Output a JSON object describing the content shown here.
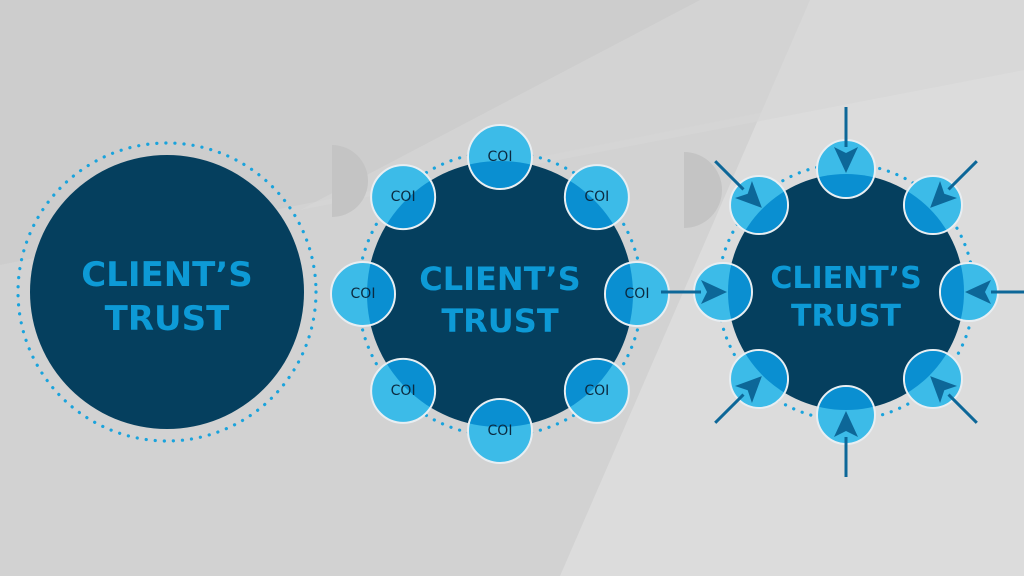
{
  "diagrams": [
    {
      "id": "trust",
      "title_line1": "CLIENT’S",
      "title_line2": "TRUST",
      "satellites": 0,
      "arrows": false
    },
    {
      "id": "coi",
      "title_line1": "CLIENT’S",
      "title_line2": "TRUST",
      "satellites": 8,
      "satellite_label": "COI",
      "arrows": false
    },
    {
      "id": "pressure",
      "title_line1": "CLIENT’S",
      "title_line2": "TRUST",
      "satellites": 8,
      "satellite_label": "",
      "arrows": true
    }
  ],
  "colors": {
    "background": "#d2d2d2",
    "background_light": "#dedede",
    "core": "#053f5e",
    "label": "#0d9ad6",
    "satellite": "#3cbbe8",
    "satellite_overlap": "#0a8fd1",
    "dots": "#1aa3dc",
    "arrow": "#0d6798",
    "divider": "#c4c4c4"
  }
}
